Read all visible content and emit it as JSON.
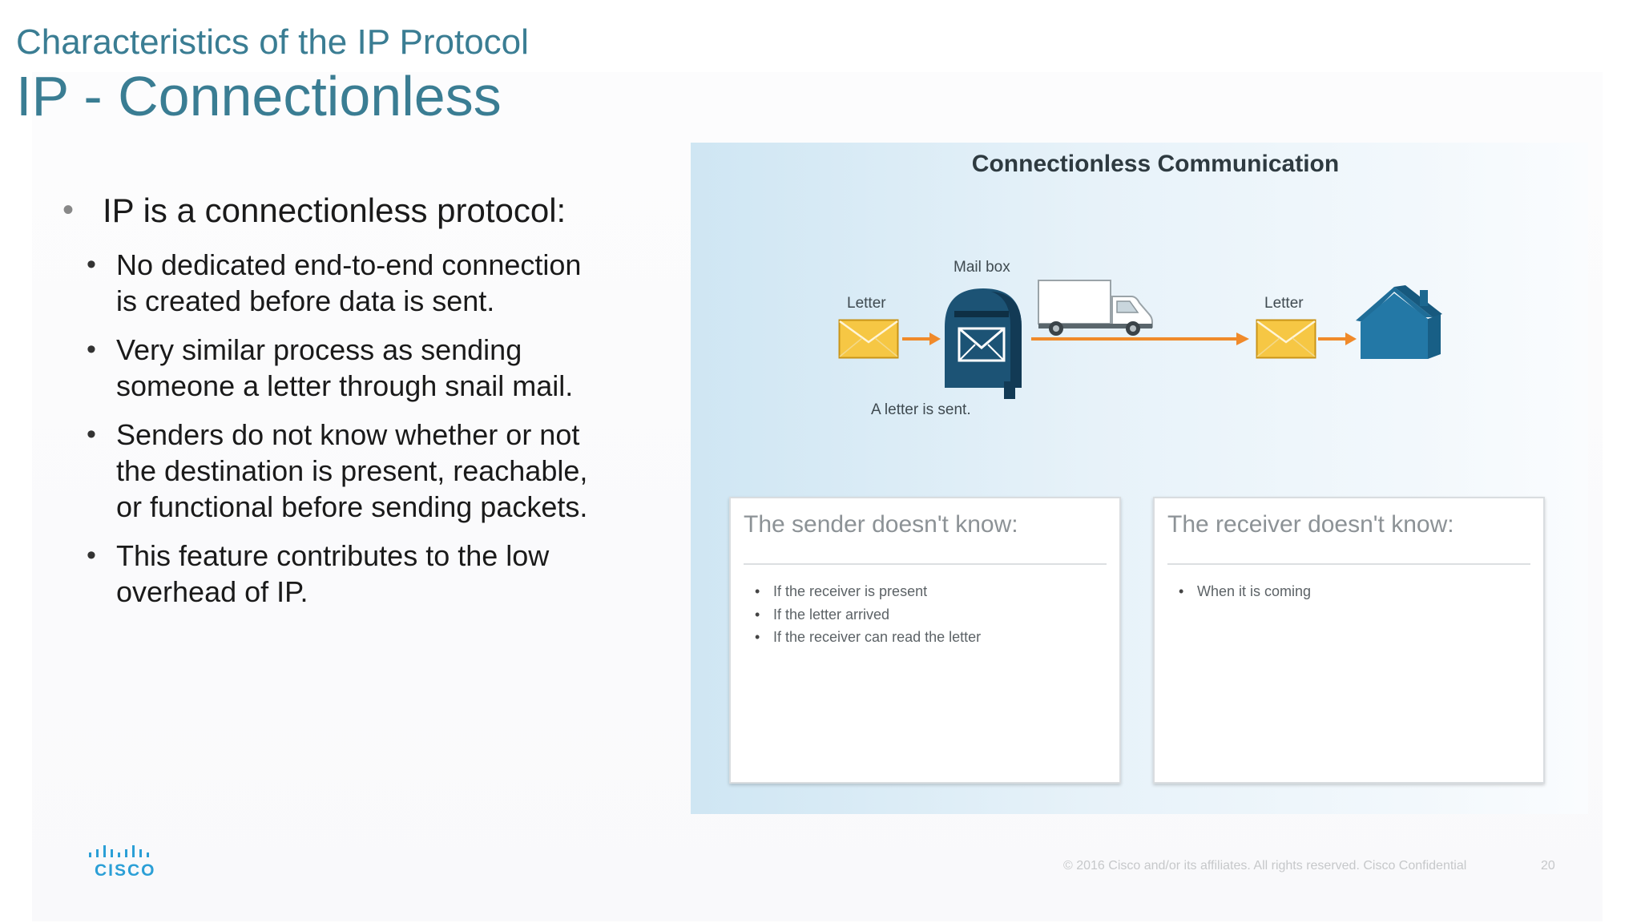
{
  "slide": {
    "super_title": "Characteristics of the IP Protocol",
    "title": "IP - Connectionless"
  },
  "bullets": {
    "main": "IP is a connectionless protocol:",
    "sub": [
      "No dedicated end-to-end connection is created before data is sent.",
      "Very similar process as sending someone a letter through snail mail.",
      "Senders do not know whether or not the destination is present, reachable, or functional before sending packets.",
      "This feature contributes to the low overhead of IP."
    ]
  },
  "diagram": {
    "title": "Connectionless Communication",
    "letter_label_left": "Letter",
    "mailbox_label": "Mail box",
    "letter_label_right": "Letter",
    "caption": "A letter is sent.",
    "colors": {
      "envelope": "#f6c744",
      "arrow": "#f08a2a",
      "mailbox": "#1c5375",
      "house": "#2378a6"
    },
    "icons": [
      "envelope-icon",
      "mailbox-icon",
      "truck-icon",
      "house-icon"
    ],
    "sender_panel": {
      "heading": "The sender doesn't know:",
      "items": [
        "If the receiver is present",
        "If the letter arrived",
        "If the receiver can read the letter"
      ]
    },
    "receiver_panel": {
      "heading": "The receiver doesn't know:",
      "items": [
        "When it is coming"
      ]
    }
  },
  "footer": {
    "logo_text": "CISCO",
    "copyright": "© 2016  Cisco and/or its affiliates. All rights reserved.   Cisco Confidential",
    "page_number": "20"
  }
}
